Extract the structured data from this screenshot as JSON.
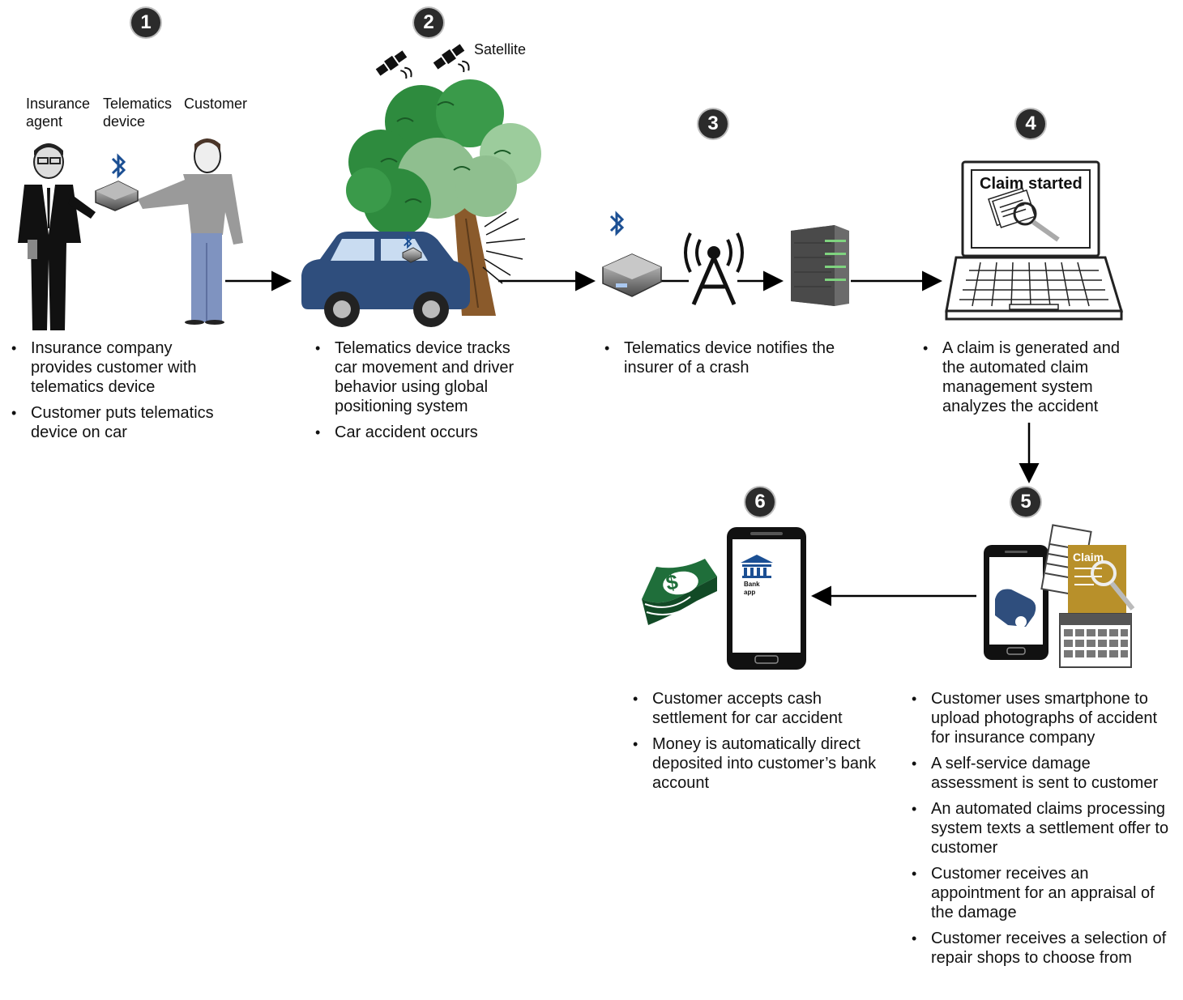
{
  "steps": [
    {
      "number": "1",
      "labels": {
        "agent": "Insurance\nagent",
        "device": "Telematics\ndevice",
        "customer": "Customer"
      },
      "bullets": [
        "Insurance company provides customer with telematics device",
        "Customer puts telematics device on car"
      ]
    },
    {
      "number": "2",
      "labels": {
        "satellite": "Satellite"
      },
      "bullets": [
        "Telematics device tracks car movement and driver behavior using global positioning system",
        "Car accident occurs"
      ]
    },
    {
      "number": "3",
      "bullets": [
        "Telematics device notifies the insurer of a crash"
      ]
    },
    {
      "number": "4",
      "labels": {
        "screen": "Claim started"
      },
      "bullets": [
        "A claim is generated and the automated claim management system analyzes the accident"
      ]
    },
    {
      "number": "5",
      "labels": {
        "doc": "Claim"
      },
      "bullets": [
        "Customer uses smartphone to upload photographs of accident for insurance company",
        "A self-service damage assessment is sent to customer",
        "An automated claims processing system texts a settlement offer to customer",
        "Customer receives an appointment for an appraisal of the damage",
        "Customer receives a selection of repair shops to choose from"
      ]
    },
    {
      "number": "6",
      "labels": {
        "app": "Bank\napp"
      },
      "bullets": [
        "Customer accepts cash settlement for car accident",
        "Money is automatically direct deposited into customer’s bank account"
      ]
    }
  ],
  "icons": {
    "bluetooth": "bluetooth-icon",
    "satellite": "satellite-icon",
    "tower": "cell-tower-icon",
    "server": "server-icon",
    "laptop": "laptop-icon",
    "phone": "smartphone-icon",
    "money": "money-icon",
    "bank": "bank-icon"
  },
  "colors": {
    "badge": "#2b2b2b",
    "car": "#2f4e7d",
    "tree_dark": "#2e7d3a",
    "tree_light": "#8fbf8f",
    "money": "#1f6e3a",
    "doc": "#b8902a",
    "bluetooth": "#1b4f93"
  }
}
